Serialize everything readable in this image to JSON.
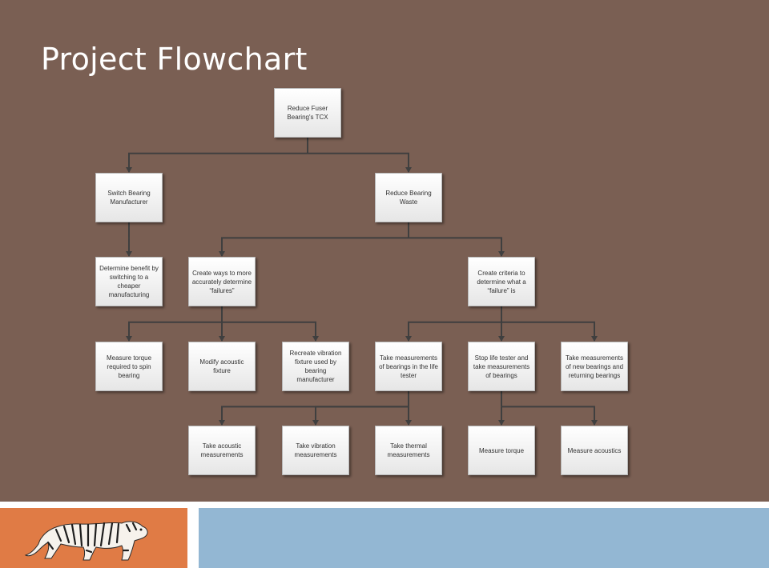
{
  "slide": {
    "title": "Project Flowchart"
  },
  "nodes": {
    "root": "Reduce Fuser Bearing's TCX",
    "switch": "Switch Bearing Manufacturer",
    "waste": "Reduce Bearing Waste",
    "benefit": "Determine benefit by switching to a cheaper manufacturing",
    "ways": "Create ways to more accurately determine “failures”",
    "criteria": "Create criteria to determine what a “failure” is",
    "torque_spin": "Measure torque required to spin bearing",
    "acoustic_fixture": "Modify acoustic fixture",
    "vibration_fixture": "Recreate vibration fixture used by bearing manufacturer",
    "life_tester": "Take measurements of bearings in the life tester",
    "stop_life": "Stop life tester and take measurements of bearings",
    "new_returning": "Take measurements of new bearings and returning bearings",
    "acoustic_meas": "Take acoustic measurements",
    "vibration_meas": "Take vibration measurements",
    "thermal_meas": "Take thermal measurements",
    "measure_torque": "Measure torque",
    "measure_acoustics": "Measure acoustics"
  },
  "edges": [
    [
      "root",
      "switch"
    ],
    [
      "root",
      "waste"
    ],
    [
      "switch",
      "benefit"
    ],
    [
      "waste",
      "ways"
    ],
    [
      "waste",
      "criteria"
    ],
    [
      "ways",
      "torque_spin"
    ],
    [
      "ways",
      "acoustic_fixture"
    ],
    [
      "ways",
      "vibration_fixture"
    ],
    [
      "criteria",
      "life_tester"
    ],
    [
      "criteria",
      "stop_life"
    ],
    [
      "criteria",
      "new_returning"
    ],
    [
      "life_tester",
      "acoustic_meas"
    ],
    [
      "life_tester",
      "vibration_meas"
    ],
    [
      "life_tester",
      "thermal_meas"
    ],
    [
      "stop_life",
      "measure_torque"
    ],
    [
      "stop_life",
      "measure_acoustics"
    ]
  ],
  "colors": {
    "background": "#7a5f53",
    "connector": "#3f3f3f",
    "footer_left": "#e07b45",
    "footer_right": "#93b7d3"
  },
  "icons": {
    "footer_logo": "tiger-icon"
  }
}
